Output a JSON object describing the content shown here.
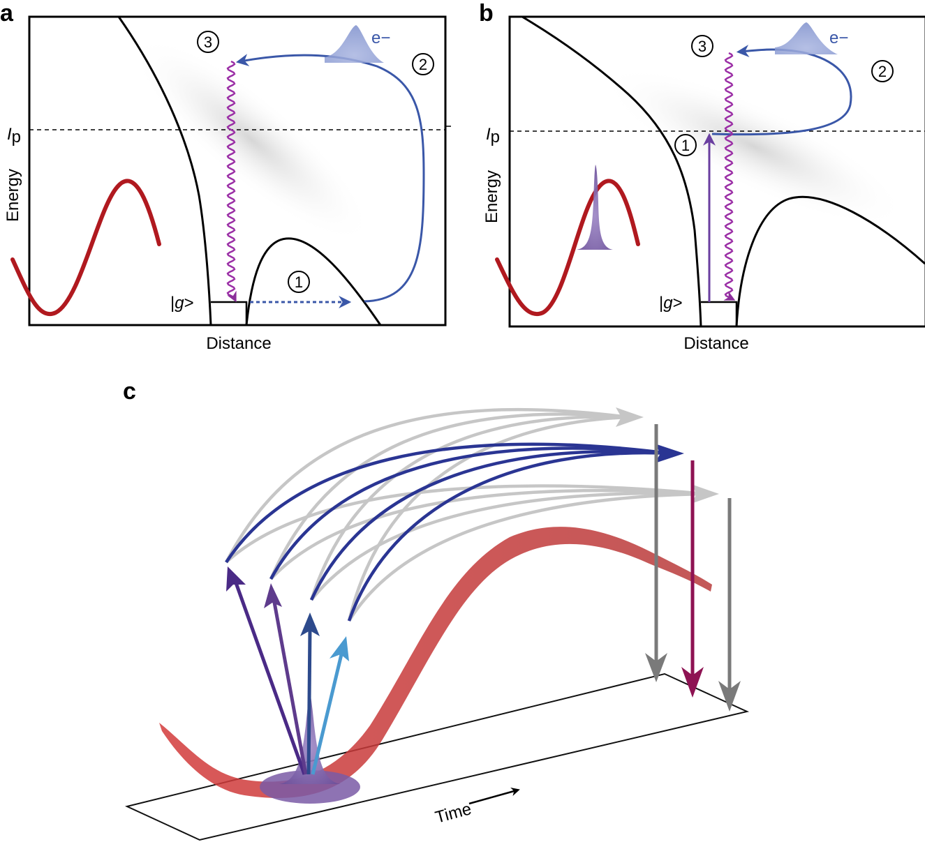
{
  "panels": {
    "a": {
      "letter": "a",
      "ip_main": "I",
      "ip_sub": "p",
      "energy_label": "Energy",
      "distance_label": "Distance",
      "ground_pre": "|",
      "ground_g": "g",
      "ground_post": ">",
      "electron_label": "e−",
      "steps": [
        "1",
        "2",
        "3"
      ]
    },
    "b": {
      "letter": "b",
      "ip_main": "I",
      "ip_sub": "p",
      "energy_label": "Energy",
      "distance_label": "Distance",
      "ground_pre": "|",
      "ground_g": "g",
      "ground_post": ">",
      "electron_label": "e−",
      "steps": [
        "1",
        "2",
        "3"
      ]
    },
    "c": {
      "letter": "c",
      "time_label": "Time"
    }
  },
  "colors": {
    "laser_red": "#c0202a",
    "electron_blue": "#3a57a8",
    "photon_purple": "#8b2f9a",
    "pulse_violet": "#7a5ba6",
    "trajectory_gray": "#c8c8c8",
    "trajectory_navy": "#2a3593",
    "emission_magenta": "#8e1353"
  }
}
